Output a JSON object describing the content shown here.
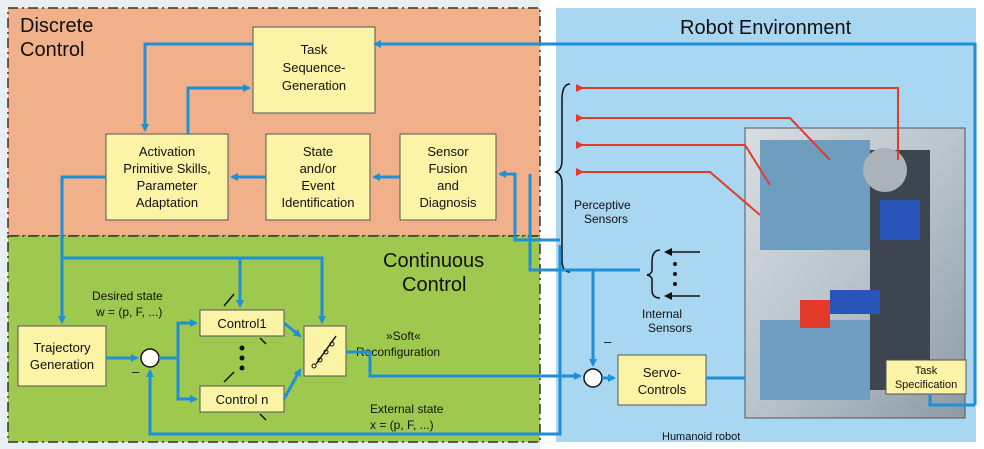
{
  "regions": {
    "discrete": {
      "title_line1": "Discrete",
      "title_line2": "Control"
    },
    "continuous": {
      "title_line1": "Continuous",
      "title_line2": "Control"
    },
    "environment": {
      "title": "Robot Environment"
    }
  },
  "blocks": {
    "task_sequence": [
      "Task",
      "Sequence-",
      "Generation"
    ],
    "activation": [
      "Activation",
      "Primitive Skills,",
      "Parameter",
      "Adaptation"
    ],
    "state_event": [
      "State",
      "and/or",
      "Event",
      "Identification"
    ],
    "sensor_fusion": [
      "Sensor",
      "Fusion",
      "and",
      "Diagnosis"
    ],
    "trajectory": [
      "Trajectory",
      "Generation"
    ],
    "control1": "Control1",
    "controln": "Control n",
    "servo": [
      "Servo-",
      "Controls"
    ],
    "task_spec": [
      "Task",
      "Specification"
    ]
  },
  "labels": {
    "desired_state": [
      "Desired state",
      "w = (p, F, ...)"
    ],
    "external_state": [
      "External state",
      "x = (p, F, ...)"
    ],
    "soft_reconfig": [
      "»Soft«",
      "Reconfiguration"
    ],
    "perceptive_sensors": [
      "Perceptive",
      "Sensors"
    ],
    "internal_sensors": [
      "Internal",
      "Sensors"
    ],
    "humanoid_robot": "Humanoid robot",
    "minus1": "–",
    "minus2": "–"
  },
  "colors": {
    "discrete_bg": "#f0b08a",
    "continuous_bg": "#9fc84f",
    "env_bg": "#a9d6f1",
    "block_fill": "#fbf4a6",
    "arrow": "#1f8fd6",
    "sensor_ray": "#e33b2b"
  }
}
